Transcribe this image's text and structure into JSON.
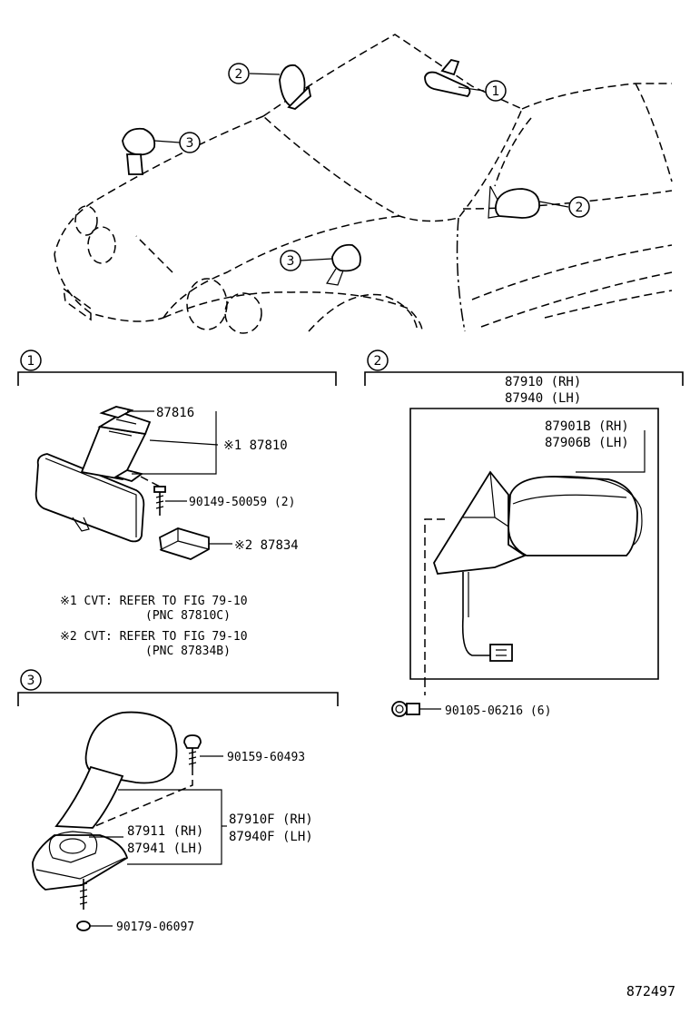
{
  "callouts": {
    "c1": "1",
    "c2": "2",
    "c3": "3"
  },
  "section1": {
    "number": "1",
    "labels": {
      "p87816": "87816",
      "p87810": "※1 87810",
      "p90149": "90149-50059 (2)",
      "p87834": "※2 87834"
    },
    "notes": [
      {
        "line1": "※1  CVT: REFER TO FIG 79-10",
        "line2": "(PNC 87810C)"
      },
      {
        "line1": "※2  CVT: REFER TO FIG 79-10",
        "line2": "(PNC 87834B)"
      }
    ]
  },
  "section2": {
    "number": "2",
    "assy_rh": "87910 (RH)",
    "assy_lh": "87940 (LH)",
    "mirror_rh": "87901B (RH)",
    "mirror_lh": "87906B (LH)",
    "screw": "90105-06216 (6)"
  },
  "section3": {
    "number": "3",
    "screw": "90159-60493",
    "base_rh": "87911 (RH)",
    "base_lh": "87941 (LH)",
    "assy_rh": "87910F (RH)",
    "assy_lh": "87940F (LH)",
    "nut": "90179-06097"
  },
  "figure_number": "872497"
}
